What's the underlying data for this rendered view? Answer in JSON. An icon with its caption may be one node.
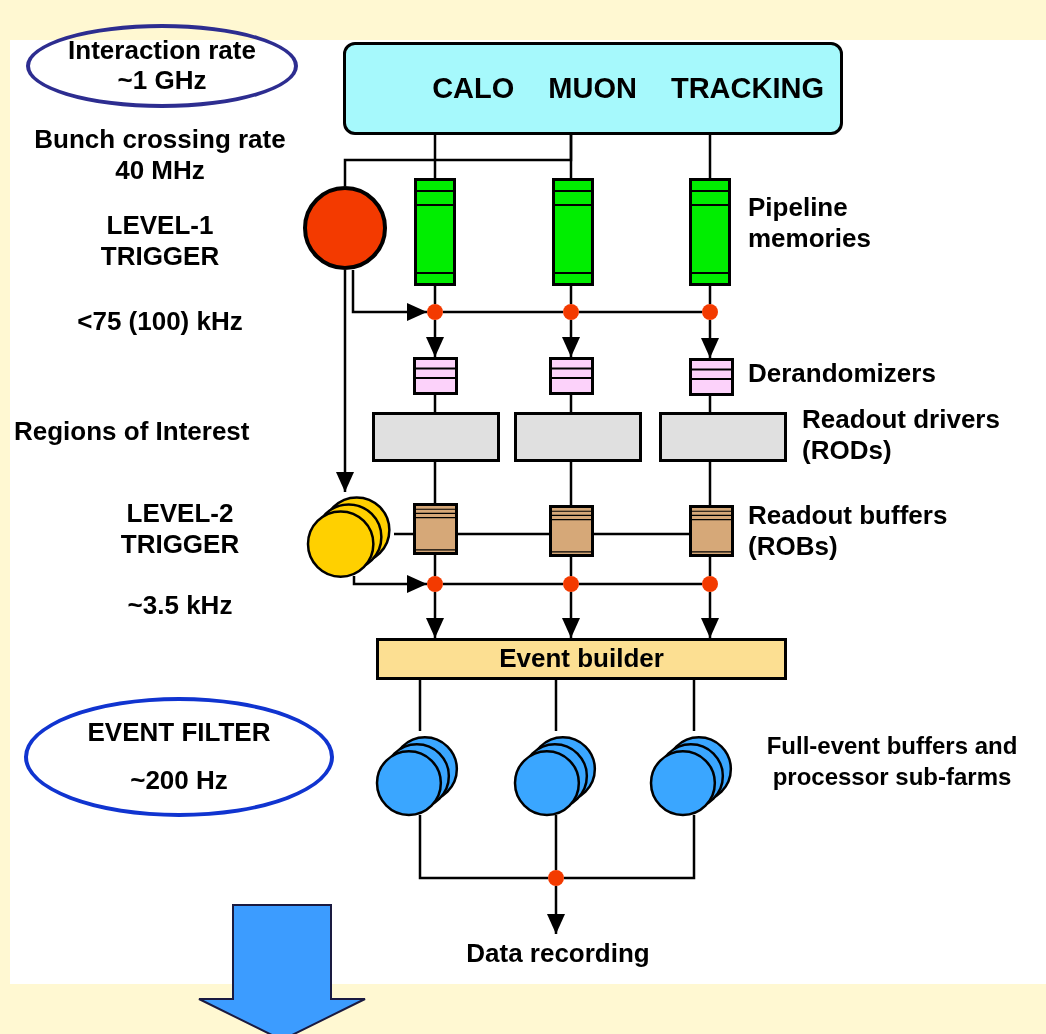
{
  "diagram": {
    "nodes": [
      {
        "text": [
          "CALO",
          "MUON",
          "TRACKING"
        ]
      },
      {
        "text": [],
        "shape": "circle"
      },
      {
        "text": [],
        "shape": "box"
      },
      {
        "text": [],
        "shape": "box"
      },
      {
        "text": [],
        "shape": "box"
      },
      {
        "text": [],
        "shape": "circle"
      },
      {
        "text": [],
        "shape": "circle"
      },
      {
        "text": [],
        "shape": "circle"
      },
      {
        "text": [],
        "shape": "box"
      },
      {
        "text": [],
        "shape": "box"
      },
      {
        "text": [],
        "shape": "box"
      },
      {
        "text": [],
        "shape": "box"
      },
      {
        "text": [],
        "shape": "box"
      },
      {
        "text": [],
        "shape": "box"
      },
      {
        "text": [],
        "shape": "circle"
      },
      {
        "text": [],
        "shape": "box"
      },
      {
        "text": [],
        "shape": "box"
      },
      {
        "text": [],
        "shape": "box"
      },
      {
        "text": [],
        "shape": "circle"
      },
      {
        "text": [],
        "shape": "circle"
      },
      {
        "text": [],
        "shape": "circle"
      },
      {
        "text": [
          "Event builder"
        ]
      },
      {
        "text": [],
        "shape": "circle"
      },
      {
        "text": [],
        "shape": "circle"
      },
      {
        "text": [],
        "shape": "circle"
      },
      {
        "text": [],
        "shape": "circle"
      },
      {
        "text": [
          "Data recording"
        ]
      },
      {
        "text": [
          "Interaction rate ~1 GHz"
        ]
      },
      {
        "text": [
          "EVENT FILTER",
          "~200 Hz"
        ]
      }
    ],
    "edges": [
      {
        "from": 0,
        "to": 2,
        "arrow": "none"
      },
      {
        "from": 0,
        "to": 3,
        "arrow": "none"
      },
      {
        "from": 0,
        "to": 4,
        "arrow": "none"
      },
      {
        "from": 0,
        "to": 1,
        "arrow": "none"
      },
      {
        "from": 2,
        "to": 5,
        "arrow": "none"
      },
      {
        "from": 3,
        "to": 6,
        "arrow": "none"
      },
      {
        "from": 4,
        "to": 7,
        "arrow": "none"
      },
      {
        "from": 1,
        "to": 5,
        "arrow": "to"
      },
      {
        "from": 5,
        "to": 6,
        "arrow": "none"
      },
      {
        "from": 6,
        "to": 7,
        "arrow": "none"
      },
      {
        "from": 5,
        "to": 8,
        "arrow": "to"
      },
      {
        "from": 6,
        "to": 9,
        "arrow": "to"
      },
      {
        "from": 7,
        "to": 10,
        "arrow": "to"
      },
      {
        "from": 8,
        "to": 11,
        "arrow": "none"
      },
      {
        "from": 9,
        "to": 12,
        "arrow": "none"
      },
      {
        "from": 10,
        "to": 13,
        "arrow": "none"
      },
      {
        "from": 1,
        "to": 14,
        "arrow": "to"
      },
      {
        "from": 11,
        "to": 15,
        "arrow": "none"
      },
      {
        "from": 12,
        "to": 16,
        "arrow": "none"
      },
      {
        "from": 13,
        "to": 17,
        "arrow": "none"
      },
      {
        "from": 14,
        "to": 15,
        "arrow": "none"
      },
      {
        "from": 15,
        "to": 16,
        "arrow": "none"
      },
      {
        "from": 16,
        "to": 17,
        "arrow": "none"
      },
      {
        "from": 15,
        "to": 18,
        "arrow": "none"
      },
      {
        "from": 16,
        "to": 19,
        "arrow": "none"
      },
      {
        "from": 17,
        "to": 20,
        "arrow": "none"
      },
      {
        "from": 14,
        "to": 18,
        "arrow": "to"
      },
      {
        "from": 18,
        "to": 19,
        "arrow": "none"
      },
      {
        "from": 19,
        "to": 20,
        "arrow": "none"
      },
      {
        "from": 18,
        "to": 21,
        "arrow": "to"
      },
      {
        "from": 19,
        "to": 21,
        "arrow": "to"
      },
      {
        "from": 20,
        "to": 21,
        "arrow": "to"
      },
      {
        "from": 21,
        "to": 22,
        "arrow": "none"
      },
      {
        "from": 21,
        "to": 23,
        "arrow": "none"
      },
      {
        "from": 21,
        "to": 24,
        "arrow": "none"
      },
      {
        "from": 22,
        "to": 25,
        "arrow": "none"
      },
      {
        "from": 23,
        "to": 25,
        "arrow": "none"
      },
      {
        "from": 24,
        "to": 25,
        "arrow": "none"
      },
      {
        "from": 25,
        "to": 26,
        "arrow": "to"
      }
    ],
    "labels": [
      "Bunch crossing rate 40 MHz",
      "LEVEL-1 TRIGGER",
      "<75 (100) kHz",
      "Pipeline memories",
      "Derandomizers",
      "Regions of Interest",
      "Readout drivers (RODs)",
      "LEVEL-2 TRIGGER",
      "Readout buffers (ROBs)",
      "~3.5 kHz",
      "Full-event buffers and processor sub-farms"
    ]
  }
}
